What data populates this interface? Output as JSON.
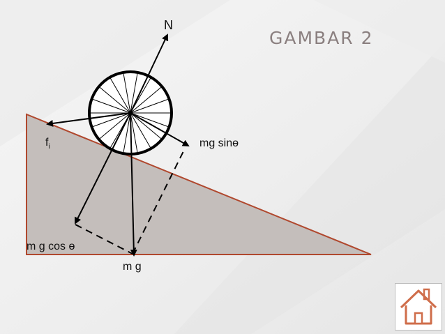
{
  "slide": {
    "title": "GAMBAR 2"
  },
  "diagram": {
    "labels": {
      "normal_force": "N",
      "friction": "f",
      "friction_sub": "i",
      "mg_sin": "mg sinɵ",
      "mg_cos": "m g cos ɵ",
      "weight": "m g"
    }
  },
  "colors": {
    "incline_fill": "#c4bebb",
    "incline_stroke": "#b0482e",
    "home_icon": "#cf6d4a",
    "title": "#8a7f7f"
  },
  "icons": {
    "home": "home-icon"
  }
}
